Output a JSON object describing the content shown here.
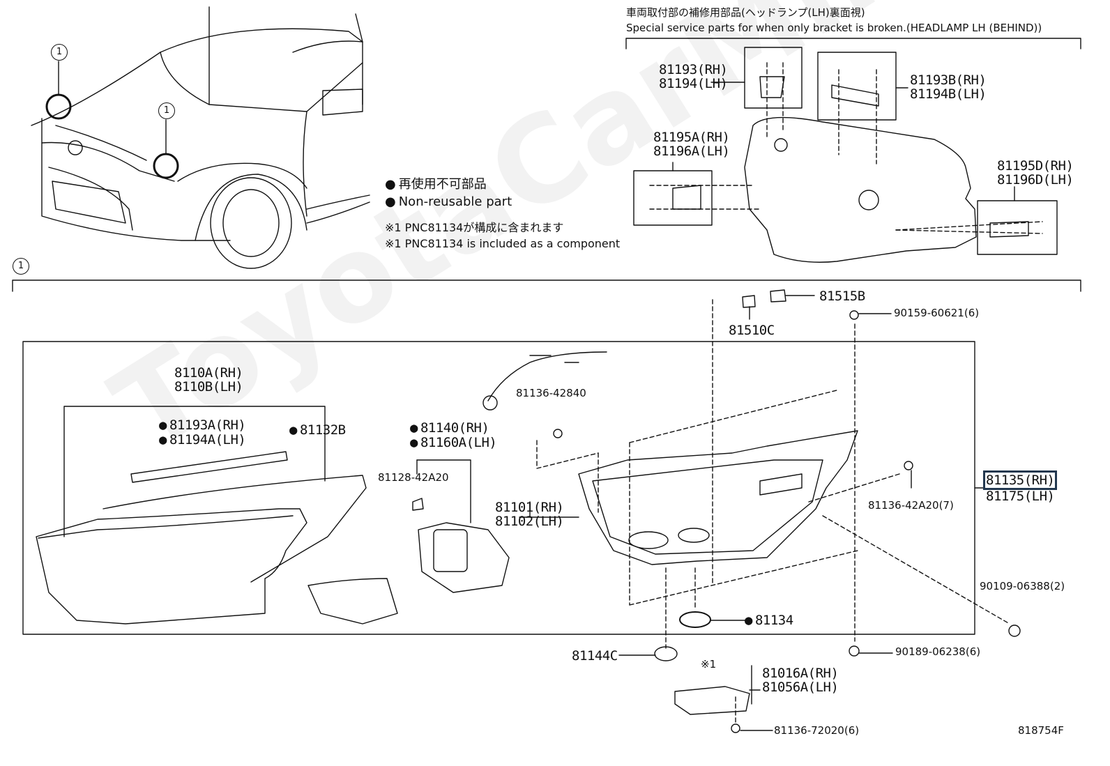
{
  "header": {
    "title_jp": "車両取付部の補修用部品(ヘッドランプ(LH)裏面視)",
    "title_en": "Special service parts for when only bracket is broken.(HEADLAMP LH (BEHIND))"
  },
  "legend": {
    "jp": "再使用不可部品",
    "en": "Non-reusable part",
    "note_jp": "※1 PNC81134が構成に含まれます",
    "note_en": "※1 PNC81134 is included as a component"
  },
  "markers": {
    "one": "1"
  },
  "labels": {
    "p81193_rh": "81193(RH)",
    "p81194_lh": "81194(LH)",
    "p81193b_rh": "81193B(RH)",
    "p81194b_lh": "81194B(LH)",
    "p81195a_rh": "81195A(RH)",
    "p81196a_lh": "81196A(LH)",
    "p81195d_rh": "81195D(RH)",
    "p81196d_lh": "81196D(LH)",
    "p81515b": "81515B",
    "p81510c": "81510C",
    "p90159": "90159-60621(6)",
    "p8110a": "8110A(RH)",
    "p8110b": "8110B(LH)",
    "p81193a": "81193A(RH)",
    "p81194a": "81194A(LH)",
    "p81132b": "81132B",
    "p81140": "81140(RH)",
    "p81160a": "81160A(LH)",
    "p81136_42840": "81136-42840",
    "p81128": "81128-42A20",
    "p81101": "81101(RH)",
    "p81102": "81102(LH)",
    "p81135": "81135(RH)",
    "p81175": "81175(LH)",
    "p81136_42a20": "81136-42A20(7)",
    "p90109": "90109-06388(2)",
    "p81134": "81134",
    "p81144c": "81144C",
    "p90189": "90189-06238(6)",
    "p_note1": "※1",
    "p81016a": "81016A(RH)",
    "p81056a": "81056A(LH)",
    "p81136_72020": "81136-72020(6)",
    "fig_no": "818754F"
  },
  "watermark": "ToyotaCarMine.ru",
  "colors": {
    "line": "#111111",
    "highlight": "#23384f"
  }
}
